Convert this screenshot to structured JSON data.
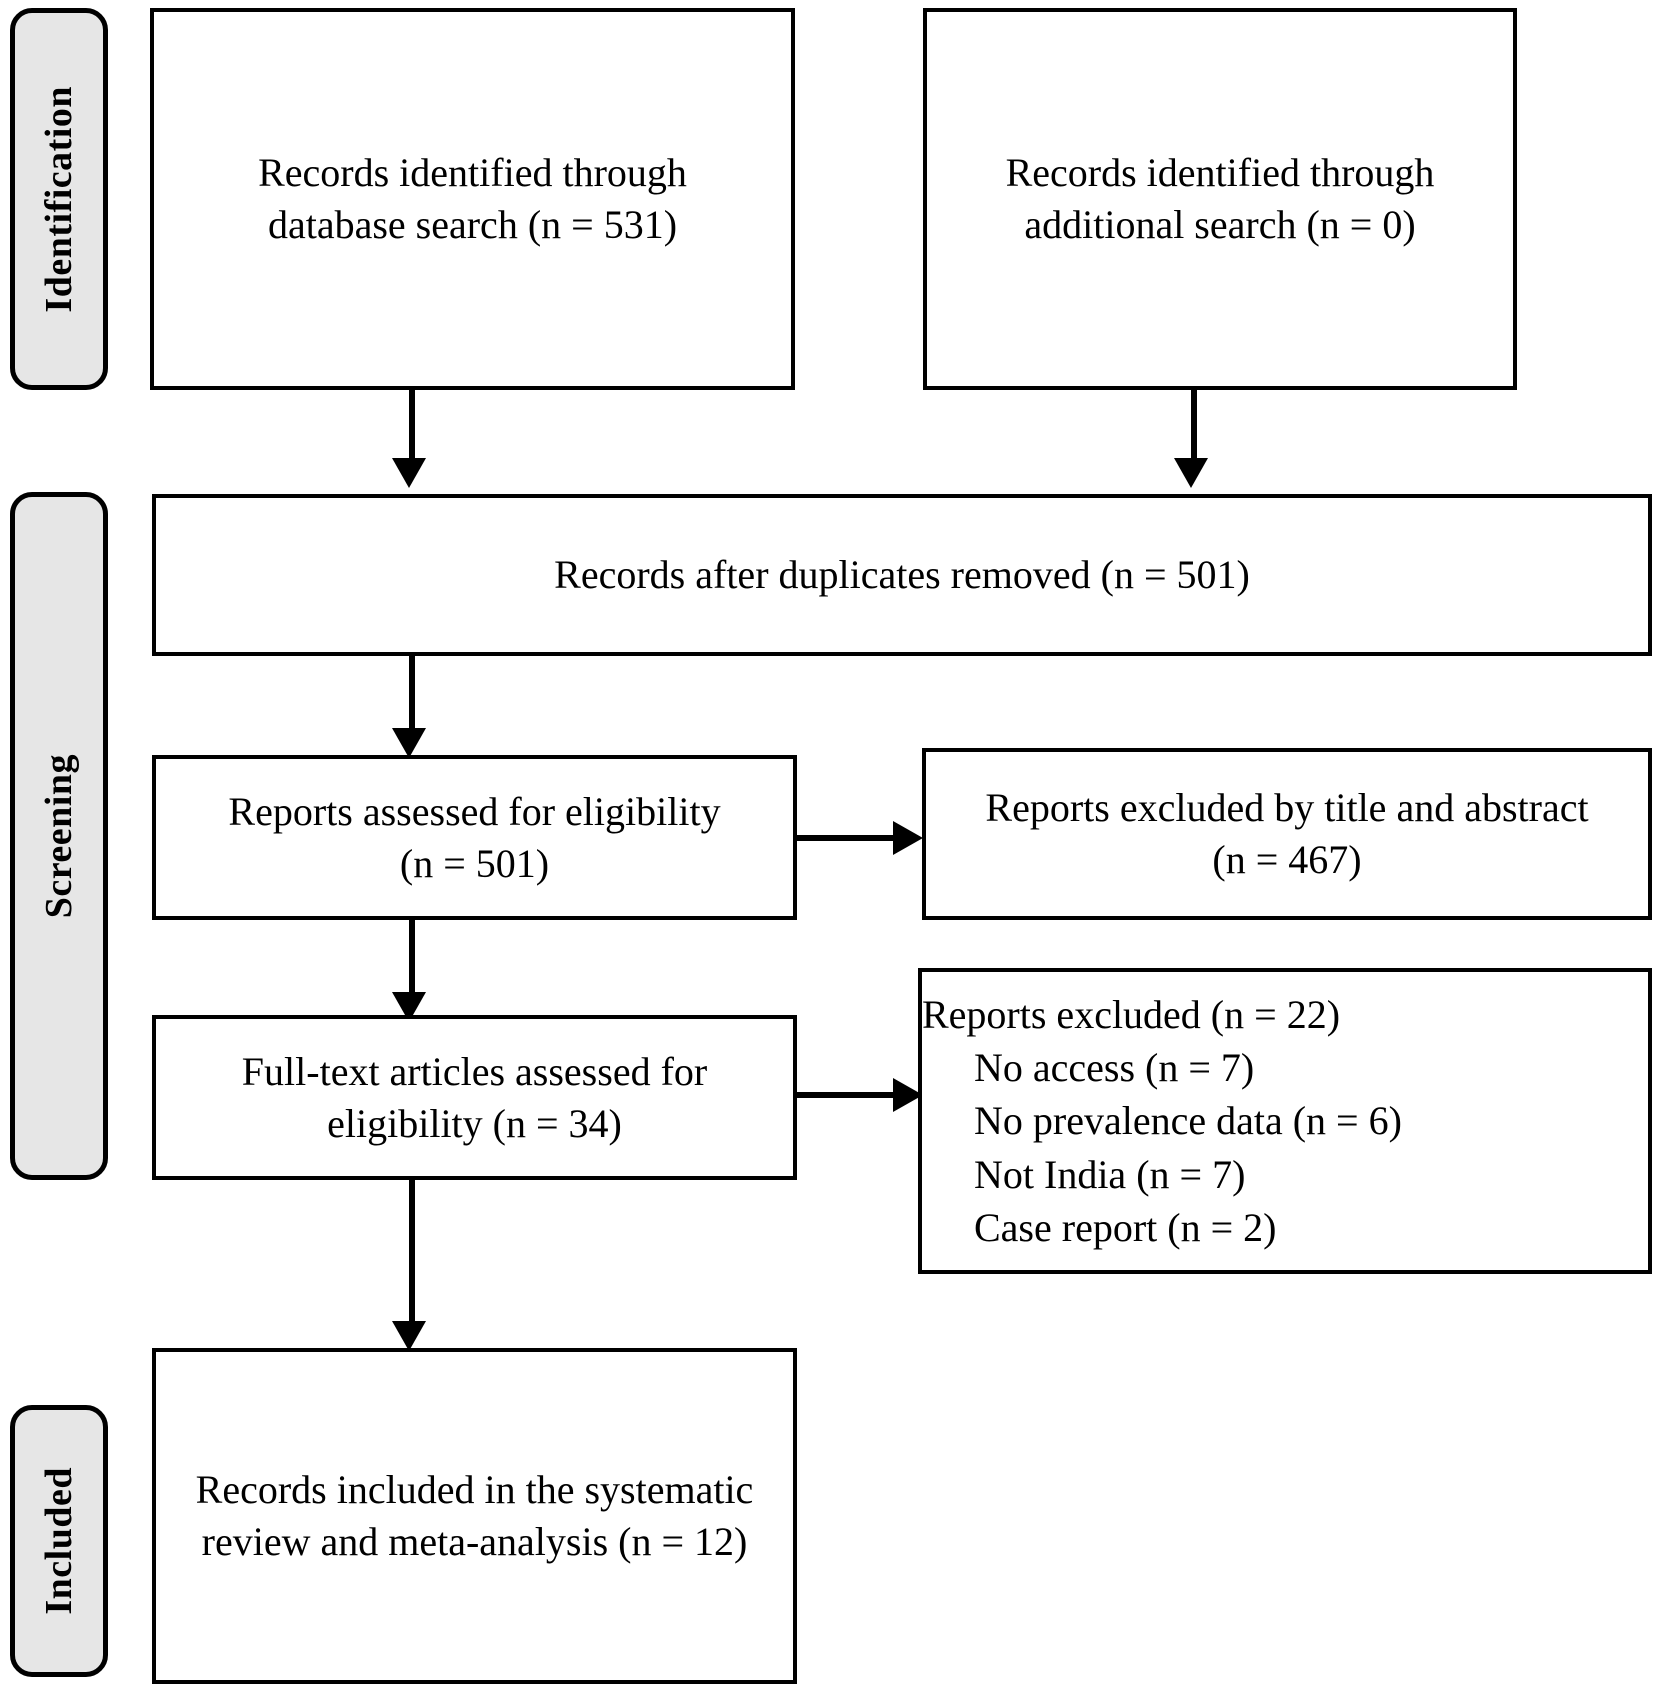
{
  "diagram": {
    "type": "PRISMA flow diagram",
    "stages": [
      {
        "id": "identification",
        "label": "Identification"
      },
      {
        "id": "screening",
        "label": "Screening"
      },
      {
        "id": "included",
        "label": "Included"
      }
    ],
    "boxes": {
      "db_search": "Records identified through database search (n = 531)",
      "additional_search": "Records identified through additional search (n = 0)",
      "after_duplicates": "Records after duplicates removed (n = 501)",
      "assessed_eligibility": "Reports assessed for eligibility (n = 501)",
      "excluded_title_abstract": "Reports excluded by title and abstract (n = 467)",
      "fulltext_assessed": "Full-text articles assessed for eligibility (n = 34)",
      "excluded_heading": "Reports excluded (n = 22)",
      "excluded_reasons": [
        "No access (n = 7)",
        "No prevalence data (n = 6)",
        "Not India (n = 7)",
        "Case report (n = 2)"
      ],
      "included_final": "Records included in the systematic review and meta-analysis (n = 12)"
    },
    "counts": {
      "database_search": 531,
      "additional_search": 0,
      "after_duplicates_removed": 501,
      "reports_assessed_for_eligibility": 501,
      "excluded_by_title_and_abstract": 467,
      "fulltext_assessed_for_eligibility": 34,
      "reports_excluded": 22,
      "no_access": 7,
      "no_prevalence_data": 6,
      "not_india": 7,
      "case_report": 2,
      "records_included": 12
    },
    "colors": {
      "stroke": "#000000",
      "box_fill": "#ffffff",
      "stage_fill": "#e6e6e6",
      "text": "#000000"
    }
  }
}
